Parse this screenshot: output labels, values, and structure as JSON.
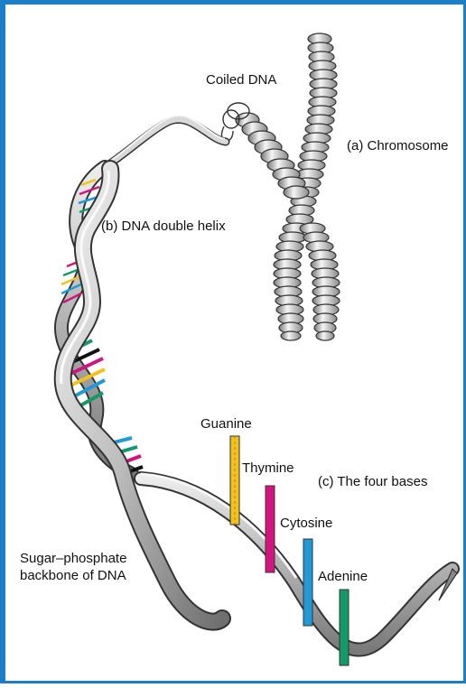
{
  "labels": {
    "coiled_dna": "Coiled DNA",
    "chromosome": "(a) Chromosome",
    "double_helix": "(b) DNA double helix",
    "four_bases": "(c) The four bases",
    "guanine": "Guanine",
    "thymine": "Thymine",
    "cytosine": "Cytosine",
    "adenine": "Adenine",
    "backbone_line1": "Sugar–phosphate",
    "backbone_line2": "backbone of DNA"
  },
  "colors": {
    "frame": "#1a7fc8",
    "guanine": "#f2c21a",
    "thymine": "#d4147e",
    "cytosine": "#1f9ad6",
    "adenine": "#14996a",
    "ribbon_light": "#e8e8e8",
    "ribbon_dark": "#555555"
  }
}
